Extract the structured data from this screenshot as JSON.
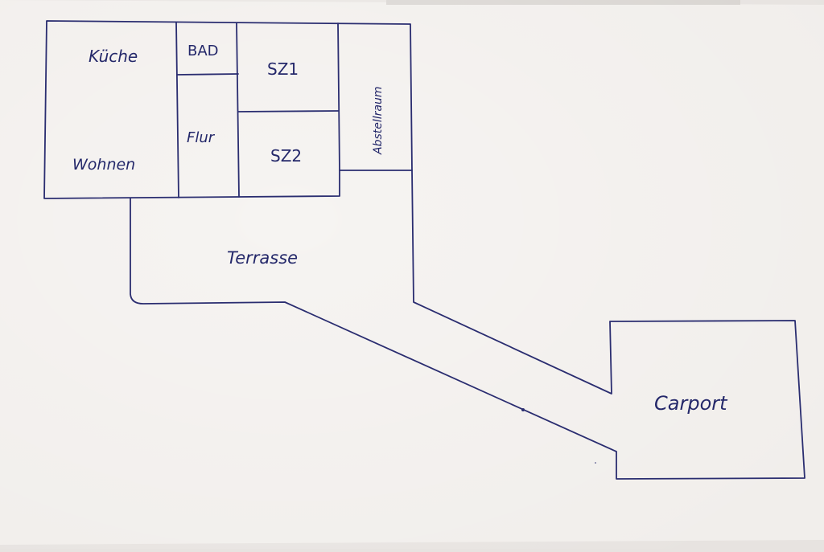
{
  "ink_color": "#2a2d70",
  "paper_color": "#f1eeeb",
  "rooms": {
    "kueche": "Küche",
    "bad": "BAD",
    "sz1": "SZ1",
    "abstellraum": "Abstellraum",
    "flur": "Flur",
    "sz2": "SZ2",
    "wohnen": "Wohnen",
    "terrasse": "Terrasse",
    "carport": "Carport"
  }
}
